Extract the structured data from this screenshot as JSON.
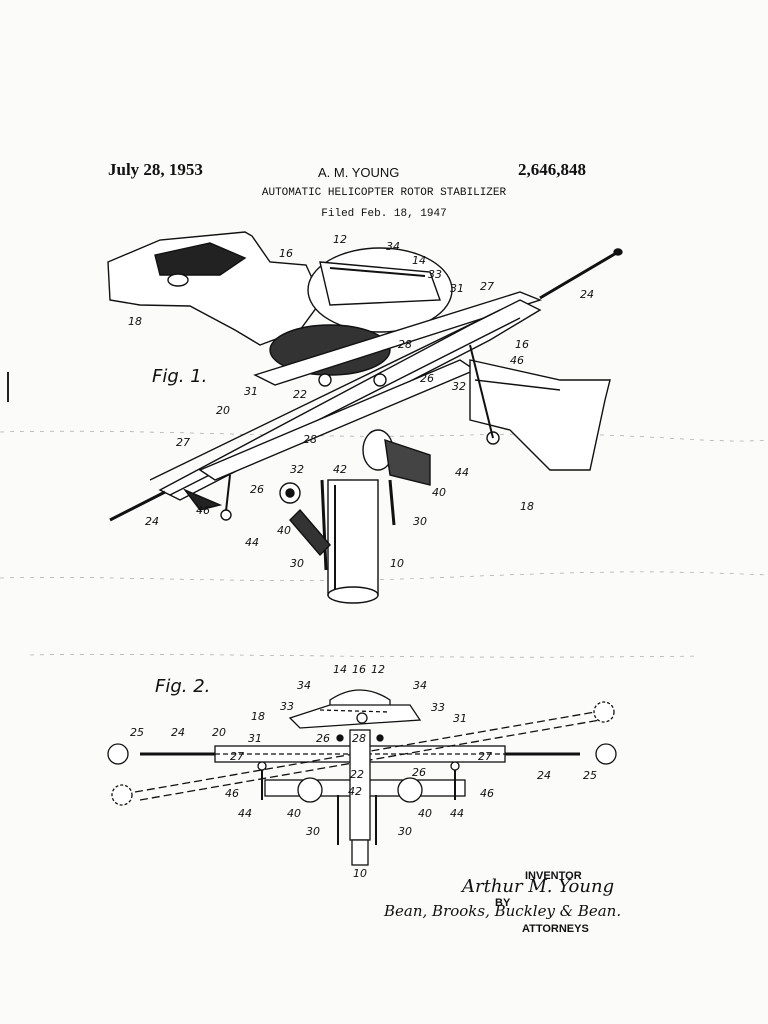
{
  "header": {
    "date": "July 28, 1953",
    "inventor": "A. M. YOUNG",
    "patent_number": "2,646,848",
    "title": "AUTOMATIC HELICOPTER ROTOR STABILIZER",
    "filed": "Filed Feb. 18, 1947"
  },
  "figures": {
    "fig1_label": "Fig. 1.",
    "fig2_label": "Fig. 2.",
    "fig1_refs": [
      "12",
      "16",
      "34",
      "14",
      "33",
      "31",
      "27",
      "24",
      "18",
      "16",
      "46",
      "28",
      "32",
      "26",
      "31",
      "22",
      "20",
      "27",
      "28",
      "32",
      "42",
      "44",
      "40",
      "18",
      "26",
      "46",
      "44",
      "40",
      "30",
      "10",
      "30",
      "24"
    ],
    "fig2_refs": [
      "14",
      "16",
      "12",
      "34",
      "34",
      "18",
      "33",
      "33",
      "31",
      "25",
      "24",
      "20",
      "26",
      "28",
      "27",
      "31",
      "27",
      "22",
      "26",
      "24",
      "25",
      "46",
      "42",
      "46",
      "44",
      "40",
      "40",
      "44",
      "30",
      "30",
      "10"
    ]
  },
  "signature_block": {
    "inventor_label": "INVENTOR",
    "inventor_signature": "Arthur M. Young",
    "by_label": "BY",
    "attorney_signature": "Bean, Brooks, Buckley & Bean.",
    "attorneys_label": "ATTORNEYS"
  }
}
